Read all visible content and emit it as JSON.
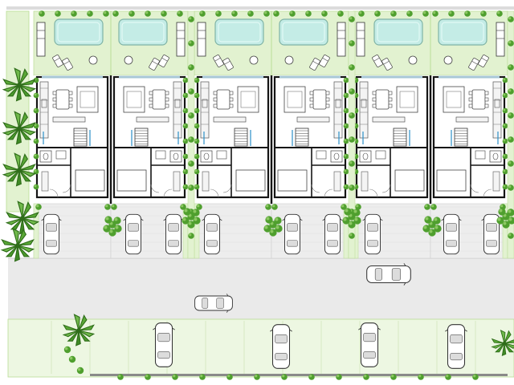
{
  "colors": {
    "background": "#ffffff",
    "lawn": "#e2f2d0",
    "lawn_edge": "#b9dc95",
    "pool": "#c4ece6",
    "pool_edge": "#7fb3a6",
    "paving": "#ededed",
    "road": "#eaeaea",
    "wall": "#151515",
    "line": "#5a5a5a",
    "foliage": "#4f9f2e",
    "foliage_dark": "#2f6d1a",
    "stair": "#2b8fc7",
    "parking_bay": "#edf7e2"
  },
  "icons": [
    "palm-tree-icon",
    "shrub-icon",
    "car-icon",
    "pool-icon",
    "dining-table-icon",
    "lounge-chair-icon",
    "staircase-icon"
  ],
  "plan": {
    "unit_count": 6,
    "unit_pairs": 3,
    "street_cars": 2,
    "lower_parking_cars": 4,
    "driveway_cars": 9,
    "palm_trees": 5
  }
}
